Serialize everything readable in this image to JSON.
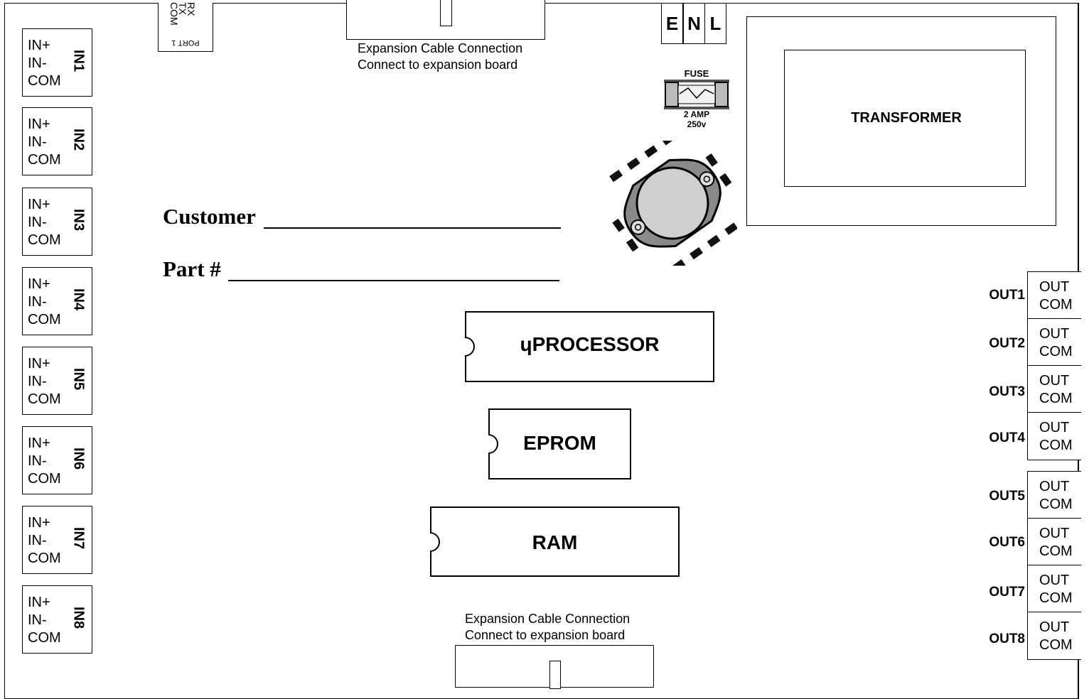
{
  "inputs": [
    {
      "label": "IN1",
      "lines": [
        "IN+",
        "IN-",
        "COM"
      ]
    },
    {
      "label": "IN2",
      "lines": [
        "IN+",
        "IN-",
        "COM"
      ]
    },
    {
      "label": "IN3",
      "lines": [
        "IN+",
        "IN-",
        "COM"
      ]
    },
    {
      "label": "IN4",
      "lines": [
        "IN+",
        "IN-",
        "COM"
      ]
    },
    {
      "label": "IN5",
      "lines": [
        "IN+",
        "IN-",
        "COM"
      ]
    },
    {
      "label": "IN6",
      "lines": [
        "IN+",
        "IN-",
        "COM"
      ]
    },
    {
      "label": "IN7",
      "lines": [
        "IN+",
        "IN-",
        "COM"
      ]
    },
    {
      "label": "IN8",
      "lines": [
        "IN+",
        "IN-",
        "COM"
      ]
    }
  ],
  "outputs": [
    {
      "label": "OUT1",
      "line1": "OUT",
      "line2": "COM"
    },
    {
      "label": "OUT2",
      "line1": "OUT",
      "line2": "COM"
    },
    {
      "label": "OUT3",
      "line1": "OUT",
      "line2": "COM"
    },
    {
      "label": "OUT4",
      "line1": "OUT",
      "line2": "COM"
    },
    {
      "label": "OUT5",
      "line1": "OUT",
      "line2": "COM"
    },
    {
      "label": "OUT6",
      "line1": "OUT",
      "line2": "COM"
    },
    {
      "label": "OUT7",
      "line1": "OUT",
      "line2": "COM"
    },
    {
      "label": "OUT8",
      "line1": "OUT",
      "line2": "COM"
    }
  ],
  "port": {
    "pins": [
      "RX",
      "TX",
      "COM"
    ],
    "label": "PORT 1"
  },
  "expansion_top": {
    "line1": "Expansion Cable Connection",
    "line2": "Connect to expansion board"
  },
  "expansion_bottom": {
    "line1": "Expansion Cable Connection",
    "line2": "Connect to expansion board"
  },
  "power": {
    "terminals": [
      "E",
      "N",
      "L"
    ]
  },
  "fuse": {
    "title": "FUSE",
    "rating1": "2 AMP",
    "rating2": "250v"
  },
  "transformer": {
    "label": "TRANSFORMER"
  },
  "chips": {
    "processor": "ɥPROCESSOR",
    "eprom": "EPROM",
    "ram": "RAM"
  },
  "form": {
    "customer_label": "Customer",
    "part_label": "Part #"
  }
}
